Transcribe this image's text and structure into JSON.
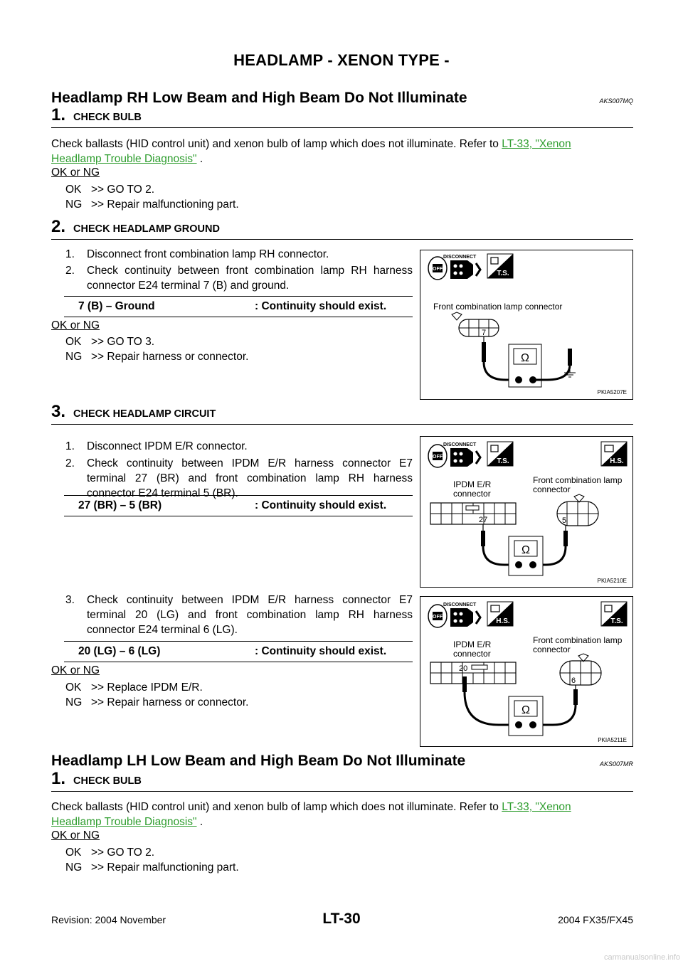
{
  "header": {
    "title": "HEADLAMP - XENON TYPE -"
  },
  "sec1": {
    "title": "Headlamp RH Low Beam and High Beam Do Not Illuminate",
    "code": "AKS007MQ",
    "step1": {
      "num": "1.",
      "title": "CHECK BULB",
      "text": "Check ballasts (HID control unit) and xenon bulb of lamp which does not illuminate. Refer to ",
      "link1": "LT-33, \"Xenon",
      "link2": "Headlamp Trouble Diagnosis\"",
      "after": " .",
      "okng": "OK or NG",
      "ok_key": "OK",
      "ok_val": ">> GO TO 2.",
      "ng_key": "NG",
      "ng_val": ">> Repair malfunctioning part."
    },
    "step2": {
      "num": "2.",
      "title": "CHECK HEADLAMP GROUND",
      "li1_n": "1.",
      "li1": "Disconnect front combination lamp RH connector.",
      "li2_n": "2.",
      "li2": "Check continuity between front combination lamp RH harness connector E24 terminal 7 (B) and ground.",
      "spec_a": "7 (B) – Ground",
      "spec_b": ": Continuity should exist.",
      "okng": "OK or NG",
      "ok_key": "OK",
      "ok_val": ">> GO TO 3.",
      "ng_key": "NG",
      "ng_val": ">> Repair harness or connector.",
      "fig": {
        "disconnect": "DISCONNECT",
        "off": "OFF",
        "ts": "T.S.",
        "label": "Front combination lamp connector",
        "terminal": "7",
        "ohm": "Ω",
        "code": "PKIA5207E"
      }
    },
    "step3": {
      "num": "3.",
      "title": "CHECK HEADLAMP CIRCUIT",
      "li1_n": "1.",
      "li1": "Disconnect IPDM E/R connector.",
      "li2_n": "2.",
      "li2": "Check continuity between IPDM E/R harness connector E7 terminal 27 (BR) and front combination lamp RH harness connector E24 terminal 5 (BR).",
      "spec1_a": "27 (BR) – 5 (BR)",
      "spec1_b": ": Continuity should exist.",
      "li3_n": "3.",
      "li3": "Check continuity between IPDM E/R harness connector E7 terminal 20 (LG) and front combination lamp RH harness connector E24 terminal 6 (LG).",
      "spec2_a": "20 (LG) – 6 (LG)",
      "spec2_b": ": Continuity should exist.",
      "okng": "OK or NG",
      "ok_key": "OK",
      "ok_val": ">> Replace IPDM E/R.",
      "ng_key": "NG",
      "ng_val": ">> Repair harness or connector.",
      "fig1": {
        "disconnect": "DISCONNECT",
        "off": "OFF",
        "ts": "T.S.",
        "hs": "H.S.",
        "ipdm1": "IPDM E/R",
        "ipdm2": "connector",
        "front1": "Front combination lamp",
        "front2": "connector",
        "t_ipdm": "27",
        "t_front": "5",
        "ohm": "Ω",
        "code": "PKIA5210E"
      },
      "fig2": {
        "disconnect": "DISCONNECT",
        "off": "OFF",
        "ts": "T.S.",
        "hs": "H.S.",
        "ipdm1": "IPDM E/R",
        "ipdm2": "connector",
        "front1": "Front combination lamp",
        "front2": "connector",
        "t_ipdm": "20",
        "t_front": "6",
        "ohm": "Ω",
        "code": "PKIA5211E"
      }
    }
  },
  "sec2": {
    "title": "Headlamp LH Low Beam and High Beam Do Not Illuminate",
    "code": "AKS007MR",
    "step1": {
      "num": "1.",
      "title": "CHECK BULB",
      "text": "Check ballasts (HID control unit) and xenon bulb of lamp which does not illuminate. Refer to ",
      "link1": "LT-33, \"Xenon",
      "link2": "Headlamp Trouble Diagnosis\"",
      "after": " .",
      "okng": "OK or NG",
      "ok_key": "OK",
      "ok_val": ">> GO TO 2.",
      "ng_key": "NG",
      "ng_val": ">> Repair malfunctioning part."
    }
  },
  "footer": {
    "revision": "Revision: 2004 November",
    "page": "LT-30",
    "model": "2004 FX35/FX45"
  },
  "watermark": "carmanualsonline.info"
}
